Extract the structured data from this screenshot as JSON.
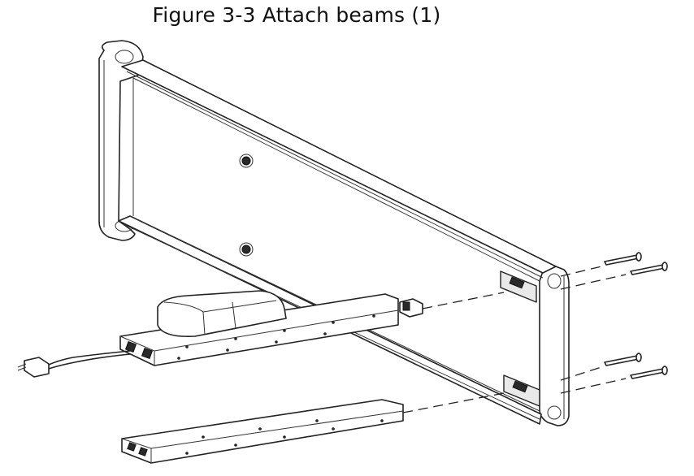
{
  "figure": {
    "caption": "Figure 3-3 Attach beams (1)"
  },
  "icons": {
    "illustration": "exploded-assembly-drawing",
    "frame": "rectangular-bracket-frame",
    "beam_upper": "beam-with-battery-box-and-cable",
    "beam_lower": "beam",
    "screws": "screw-icon"
  }
}
